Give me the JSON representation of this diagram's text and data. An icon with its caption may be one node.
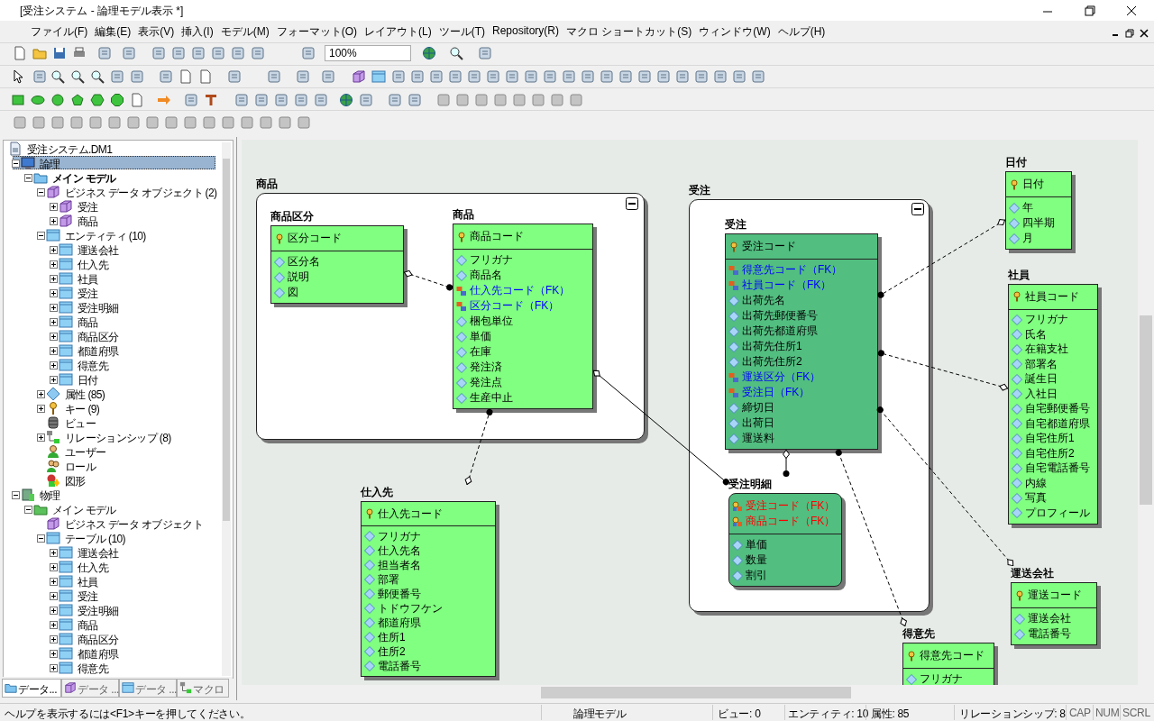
{
  "diagram": {
    "nodes": [
      {
        "text": [
          "商品"
        ]
      },
      {
        "text": [
          "商品区分",
          "区分コード",
          "区分名",
          "説明",
          "図"
        ],
        "in": 0
      },
      {
        "text": [
          "商品",
          "商品コード",
          "フリガナ",
          "商品名",
          "仕入先コード（FK）",
          "区分コード（FK）",
          "梱包単位",
          "単価",
          "在庫",
          "発注済",
          "発注点",
          "生産中止"
        ],
        "in": 0
      },
      {
        "text": [
          "受注"
        ]
      },
      {
        "text": [
          "受注",
          "受注コード",
          "得意先コード（FK）",
          "社員コード（FK）",
          "出荷先名",
          "出荷先郵便番号",
          "出荷先都道府県",
          "出荷先住所1",
          "出荷先住所2",
          "運送区分（FK）",
          "受注日（FK）",
          "締切日",
          "出荷日",
          "運送料"
        ],
        "in": 3
      },
      {
        "text": [
          "受注明細",
          "受注コード（FK）",
          "商品コード（FK）",
          "単価",
          "数量",
          "割引"
        ],
        "in": 3
      },
      {
        "text": [
          "日付",
          "日付",
          "年",
          "四半期",
          "月"
        ]
      },
      {
        "text": [
          "社員",
          "社員コード",
          "フリガナ",
          "氏名",
          "在籍支社",
          "部署名",
          "誕生日",
          "入社日",
          "自宅郵便番号",
          "自宅都道府県",
          "自宅住所1",
          "自宅住所2",
          "自宅電話番号",
          "内線",
          "写真",
          "プロフィール"
        ]
      },
      {
        "text": [
          "仕入先",
          "仕入先コード",
          "フリガナ",
          "仕入先名",
          "担当者名",
          "部署",
          "郵便番号",
          "トドウフケン",
          "都道府県",
          "住所1",
          "住所2",
          "電話番号"
        ]
      },
      {
        "text": [
          "運送会社",
          "運送コード",
          "運送会社",
          "電話番号"
        ]
      },
      {
        "text": [
          "得意先",
          "得意先コード",
          "フリガナ"
        ]
      }
    ],
    "edges": [
      {
        "from": 1,
        "to": 2,
        "arrow": "other",
        "style": "dashed"
      },
      {
        "from": 8,
        "to": 2,
        "arrow": "other",
        "style": "dashed"
      },
      {
        "from": 2,
        "to": 5,
        "arrow": "other"
      },
      {
        "from": 4,
        "to": 5,
        "arrow": "other"
      },
      {
        "from": 6,
        "to": 4,
        "arrow": "other",
        "style": "dashed"
      },
      {
        "from": 7,
        "to": 4,
        "arrow": "other",
        "style": "dashed"
      },
      {
        "from": 9,
        "to": 4,
        "arrow": "other",
        "style": "dashed"
      },
      {
        "from": 10,
        "to": 4,
        "arrow": "other",
        "style": "dashed"
      }
    ],
    "labels": [
      "[受注システム - 論理モデル表示 *]",
      "ファイル(F)",
      "編集(E)",
      "表示(V)",
      "挿入(I)",
      "モデル(M)",
      "フォーマット(O)",
      "レイアウト(L)",
      "ツール(T)",
      "Repository(R)",
      "マクロ ショートカット(S)",
      "ウィンドウ(W)",
      "ヘルプ(H)",
      "100%",
      "受注システム.DM1",
      "論理",
      "メイン モデル",
      "ビジネス データ オブジェクト (2)",
      "受注",
      "商品",
      "エンティティ (10)",
      "運送会社",
      "仕入先",
      "社員",
      "受注",
      "受注明細",
      "商品",
      "商品区分",
      "都道府県",
      "得意先",
      "日付",
      "属性 (85)",
      "キー (9)",
      "ビュー",
      "リレーションシップ (8)",
      "ユーザー",
      "ロール",
      "図形",
      "物理",
      "メイン モデル",
      "ビジネス データ オブジェクト",
      "テーブル (10)",
      "運送会社",
      "仕入先",
      "社員",
      "受注",
      "受注明細",
      "商品",
      "商品区分",
      "都道府県",
      "得意先",
      "データ...",
      "データ ...",
      "データ ...",
      "マクロ",
      "ヘルプを表示するには<F1>キーを押してください。",
      "論理モデル",
      "ビュー: 0",
      "エンティティ: 10",
      "属性: 85",
      "リレーションシップ: 8",
      "CAP",
      "NUM",
      "SCRL"
    ]
  }
}
